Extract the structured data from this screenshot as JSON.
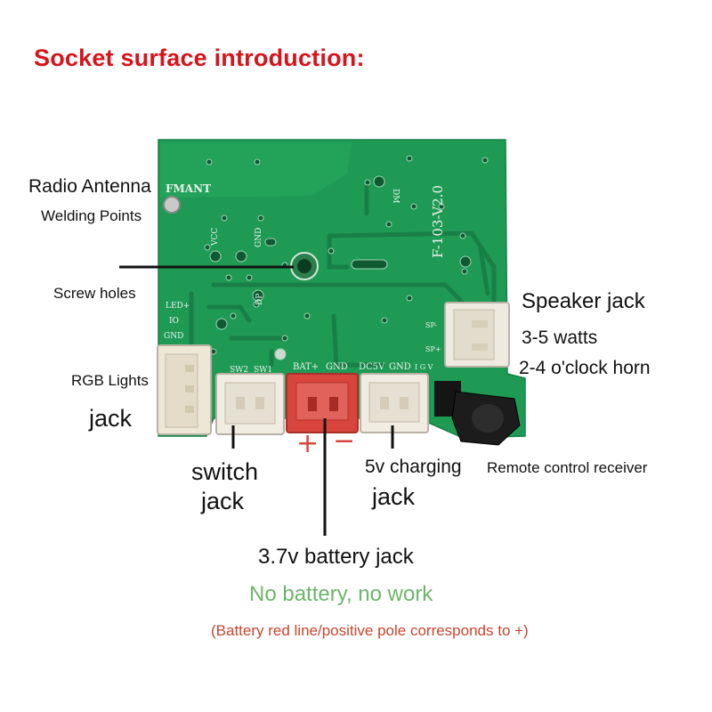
{
  "title": "Socket surface introduction:",
  "labels": {
    "radio_antenna": "Radio Antenna",
    "welding_points": "Welding Points",
    "screw_holes": "Screw holes",
    "speaker_jack": "Speaker jack",
    "watts": "3-5 watts",
    "horn": "2-4 o'clock horn",
    "rgb_lights": "RGB Lights",
    "rgb_jack": "jack",
    "switch": "switch",
    "switch_jack": "jack",
    "charging": "5v charging",
    "charging_jack": "jack",
    "remote_receiver": "Remote control receiver",
    "battery_jack": "3.7v battery jack",
    "no_battery": "No battery, no work",
    "battery_note": "(Battery red line/positive pole corresponds to +)",
    "plus": "+",
    "minus": "−"
  },
  "board_silkscreen": {
    "fmant": "FMANT",
    "model": "F-103-V2.0",
    "vcc": "VCC",
    "gnd_top": "GND",
    "dp": "DP",
    "dm": "DM",
    "led_plus": "LED+",
    "io": "IO",
    "gnd_left": "GND",
    "sw2": "SW2",
    "sw1": "SW1",
    "bat_plus": "BAT+",
    "gnd_bat": "GND",
    "dc5v": "DC5V",
    "gnd_dc": "GND",
    "igv": "I G V",
    "sp_minus": "SP-",
    "sp_plus": "SP+"
  },
  "colors": {
    "title_red": "#d8141b",
    "pcb_green": "#1f9a55",
    "battery_red": "#d8453c",
    "green_text": "#6db56a",
    "note_red": "#c8452f"
  }
}
